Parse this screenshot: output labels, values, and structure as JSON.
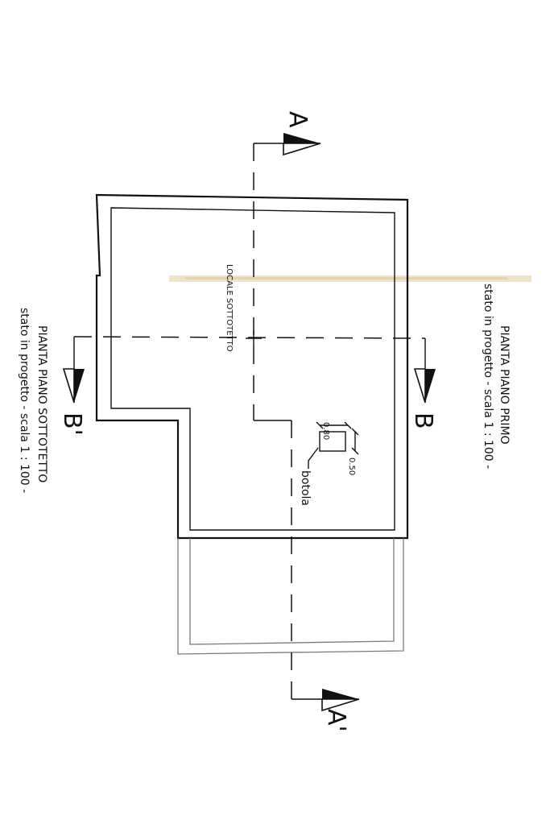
{
  "sheet": {
    "room_label": "LOCALE SOTTOTETTO",
    "hatch_label": "botola",
    "hatch_width": "0.80",
    "hatch_depth": "0.50"
  },
  "title_right": {
    "line1": "PIANTA PIANO PRIMO",
    "line2": "stato in progetto - scala 1 : 100 -"
  },
  "title_left": {
    "line1": "PIANTA PIANO SOTTOTETTO",
    "line2": "stato in progetto - scala 1 : 100 -"
  },
  "sections": {
    "a_start": "A",
    "a_end": "A'",
    "b_start": "B",
    "b_end": "B'"
  },
  "colors": {
    "ink": "#111111",
    "ghost_outline": "#7a7a7a",
    "paper_stain": "#e9dcc0"
  }
}
